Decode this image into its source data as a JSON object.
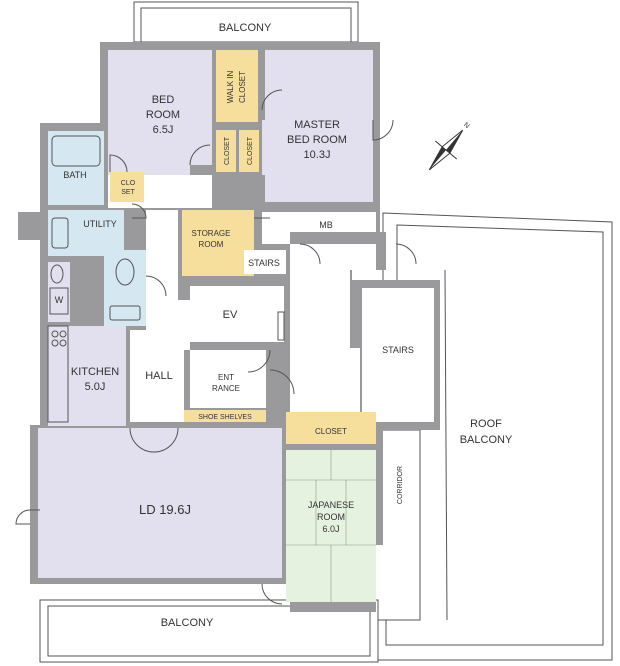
{
  "colors": {
    "wall": "#9a9a9c",
    "bedroom": "#e2dfee",
    "ld": "#e2dfee",
    "closet": "#f6df9d",
    "wet": "#d5e7f1",
    "japanese": "#e6f2e0",
    "corridor_floor": "#f7f7f7",
    "line": "#555555"
  },
  "icons": {
    "compass": "north-arrow-icon"
  },
  "labels": {
    "balcony_top": "BALCONY",
    "bedroom_l1": "BED",
    "bedroom_l2": "ROOM",
    "bedroom_l3": "6.5J",
    "walkin_l1": "WALK IN",
    "walkin_l2": "CLOSET",
    "master_l1": "MASTER",
    "master_l2": "BED  ROOM",
    "master_l3": "10.3J",
    "closet_v": "CLOSET",
    "bath": "BATH",
    "closet_small_l1": "CLO",
    "closet_small_l2": "SET",
    "utility": "UTILITY",
    "storage_l1": "STORAGE",
    "storage_l2": "ROOM",
    "mb": "MB",
    "stairs_small": "STAIRS",
    "ev": "EV",
    "stairs_big": "STAIRS",
    "w": "W",
    "kitchen_l1": "KITCHEN",
    "kitchen_l2": "5.0J",
    "hall": "HALL",
    "entrance_l1": "ENT",
    "entrance_l2": "RANCE",
    "shoe_shelves": "SHOE SHELVES",
    "closet_jp": "CLOSET",
    "roof_l1": "ROOF",
    "roof_l2": "BALCONY",
    "corridor": "CORRIDOR",
    "japanese_l1": "JAPANESE",
    "japanese_l2": "ROOM",
    "japanese_l3": "6.0J",
    "ld": "LD 19.6J",
    "balcony_bottom": "BALCONY"
  }
}
